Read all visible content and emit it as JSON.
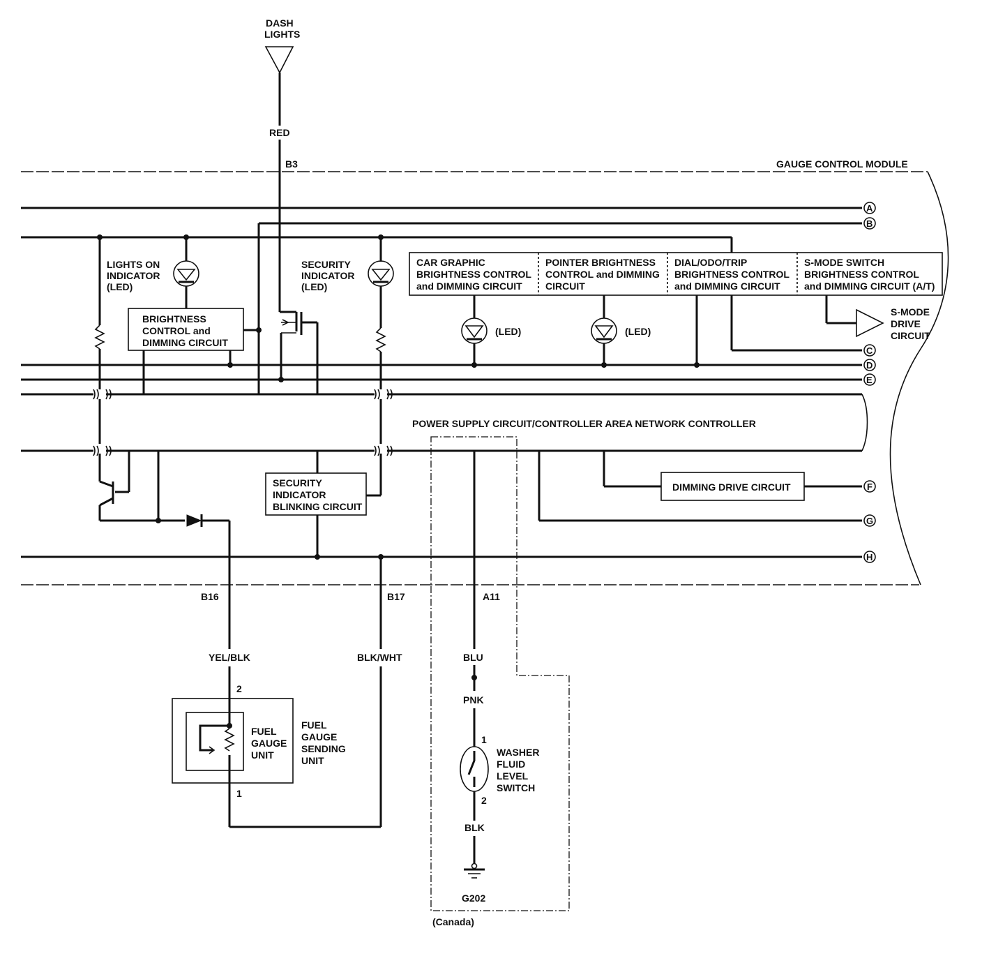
{
  "labels": {
    "dash_lights_1": "DASH",
    "dash_lights_2": "LIGHTS",
    "red": "RED",
    "b3": "B3",
    "module": "GAUGE CONTROL MODULE",
    "lights_on_1": "LIGHTS ON",
    "lights_on_2": "INDICATOR",
    "lights_on_3": "(LED)",
    "security_1": "SECURITY",
    "security_2": "INDICATOR",
    "security_3": "(LED)",
    "brightness_1": "BRIGHTNESS",
    "brightness_2": "CONTROL and",
    "brightness_3": "DIMMING CIRCUIT",
    "car_graphic_1": "CAR GRAPHIC",
    "car_graphic_2": "BRIGHTNESS CONTROL",
    "car_graphic_3": "and DIMMING CIRCUIT",
    "pointer_1": "POINTER BRIGHTNESS",
    "pointer_2": "CONTROL and DIMMING",
    "pointer_3": "CIRCUIT",
    "dial_1": "DIAL/ODO/TRIP",
    "dial_2": "BRIGHTNESS CONTROL",
    "dial_3": "and DIMMING CIRCUIT",
    "smode_1": "S-MODE SWITCH",
    "smode_2": "BRIGHTNESS CONTROL",
    "smode_3": "and DIMMING CIRCUIT (A/T)",
    "smode_drive_1": "S-MODE",
    "smode_drive_2": "DRIVE",
    "smode_drive_3": "CIRCUIT",
    "led": "(LED)",
    "power_supply": "POWER SUPPLY CIRCUIT/CONTROLLER AREA NETWORK CONTROLLER",
    "dimming_drive": "DIMMING DRIVE CIRCUIT",
    "sec_blink_1": "SECURITY",
    "sec_blink_2": "INDICATOR",
    "sec_blink_3": "BLINKING CIRCUIT",
    "b16": "B16",
    "b17": "B17",
    "a11": "A11",
    "yel_blk": "YEL/BLK",
    "blk_wht": "BLK/WHT",
    "blu": "BLU",
    "pnk": "PNK",
    "blk": "BLK",
    "pin_2": "2",
    "pin_1": "1",
    "fuel_gauge_unit_1": "FUEL",
    "fuel_gauge_unit_2": "GAUGE",
    "fuel_gauge_unit_3": "UNIT",
    "fuel_sending_1": "FUEL",
    "fuel_sending_2": "GAUGE",
    "fuel_sending_3": "SENDING",
    "fuel_sending_4": "UNIT",
    "washer_1": "WASHER",
    "washer_2": "FLUID",
    "washer_3": "LEVEL",
    "washer_4": "SWITCH",
    "g202": "G202",
    "canada": "(Canada)"
  },
  "connectors": [
    "A",
    "B",
    "C",
    "D",
    "E",
    "F",
    "G",
    "H"
  ]
}
